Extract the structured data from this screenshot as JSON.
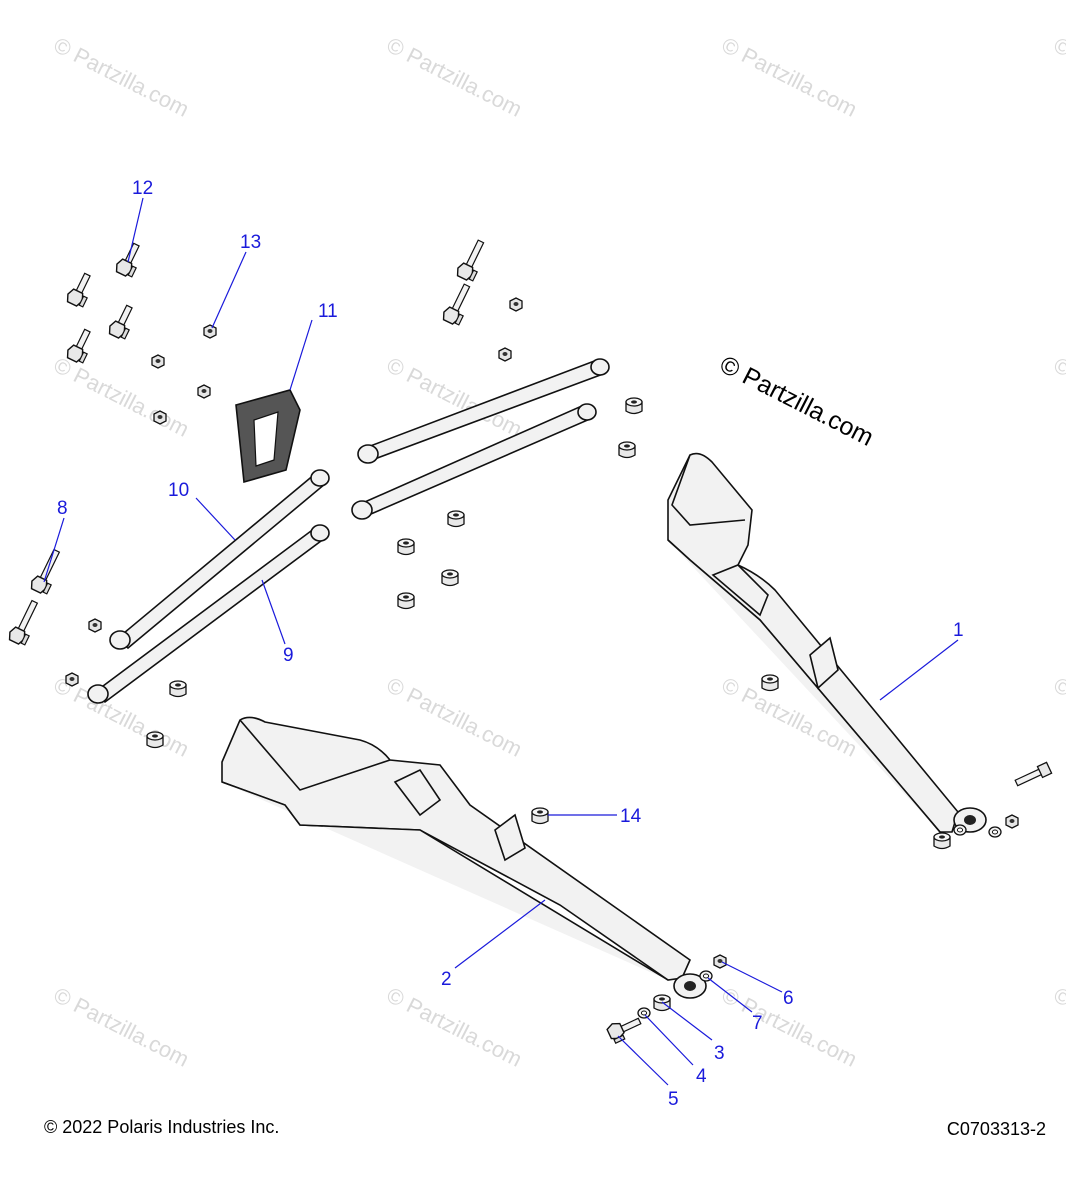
{
  "colors": {
    "callout": "#1a1adb",
    "line": "#111111",
    "part_fill": "#f2f2f2",
    "watermark": "#d9d9d9"
  },
  "watermark": "© Partzilla.com",
  "watermark_prominent": "© Partzilla.com",
  "callouts": [
    "1",
    "2",
    "3",
    "4",
    "5",
    "6",
    "7",
    "8",
    "9",
    "10",
    "11",
    "12",
    "13",
    "14"
  ],
  "footer": {
    "copyright": "© 2022 Polaris Industries Inc.",
    "diagram_id": "C0703313-2"
  }
}
